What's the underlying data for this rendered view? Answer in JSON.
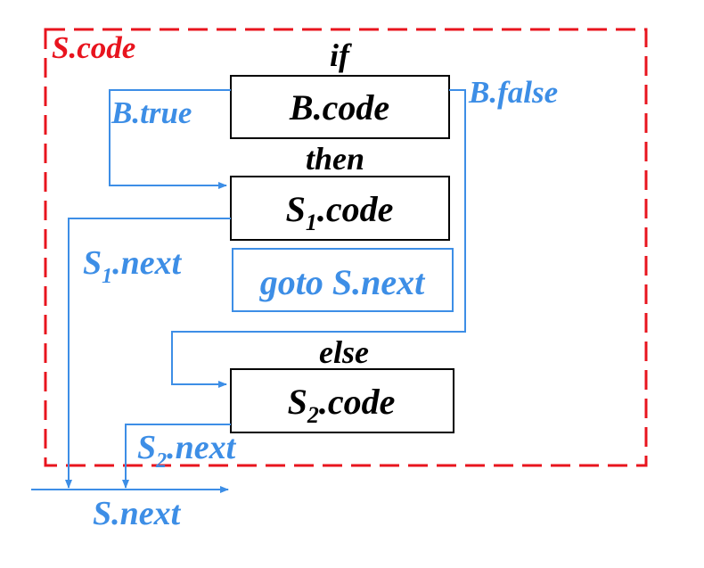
{
  "colors": {
    "region": "#e8141e",
    "flow": "#3d8ee6",
    "text": "#000000"
  },
  "region": {
    "label": "S.code"
  },
  "keywords": {
    "if": "if",
    "then": "then",
    "else": "else"
  },
  "blocks": {
    "b_code": "B.code",
    "s1_code": {
      "base": "S",
      "sub": "1",
      "rest": ".code"
    },
    "goto": "goto S.next",
    "s2_code": {
      "base": "S",
      "sub": "2",
      "rest": ".code"
    }
  },
  "edges": {
    "b_true": "B.true",
    "b_false": "B.false",
    "s1_next": {
      "base": "S",
      "sub": "1",
      "rest": ".next"
    },
    "s2_next": {
      "base": "S",
      "sub": "2",
      "rest": ".next"
    },
    "s_next": "S.next"
  }
}
